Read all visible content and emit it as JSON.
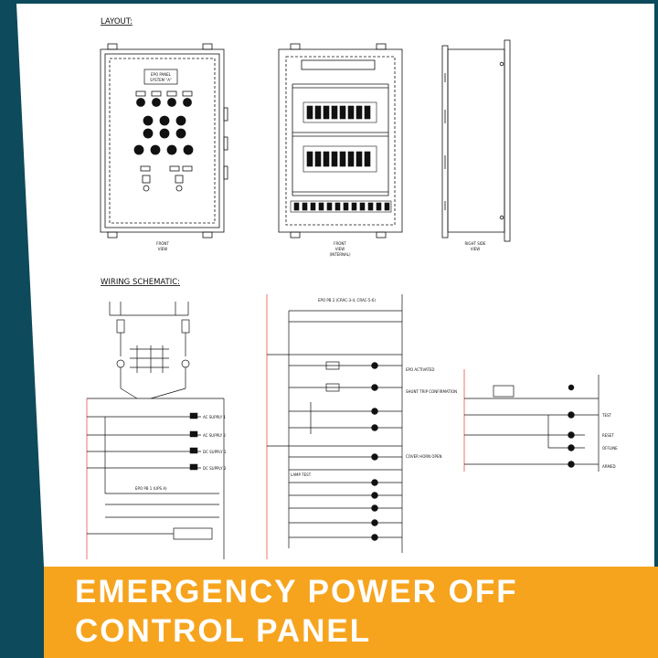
{
  "colors": {
    "frame": "#0d4a5b",
    "paper": "#ffffff",
    "banner": "#f6a41e",
    "banner_text": "#ffffff",
    "ink": "#111111",
    "bus_red": "#e53935"
  },
  "layout_section": {
    "title": "LAYOUT:",
    "front_view": {
      "label_1": "FRONT",
      "label_2": "VIEW",
      "nameplate_1": "EPO PANEL",
      "nameplate_2": "SYSTEM \"A\""
    },
    "internal_view": {
      "label_1": "FRONT",
      "label_2": "VIEW",
      "label_3": "(INTERNAL)"
    },
    "side_view": {
      "label_1": "RIGHT SIDE",
      "label_2": "VIEW"
    }
  },
  "wiring_section": {
    "title": "WIRING SCHEMATIC:",
    "left": {
      "outputs": [
        "AC SUPPLY 1",
        "AC SUPPLY 2",
        "DC SUPPLY 1",
        "DC SUPPLY 2"
      ],
      "relay_label": "EPO PB 1 (UPS A)"
    },
    "middle": {
      "top_label": "EPO PB 2 (CRAC-3-4, CRAC-5-6)",
      "labels": [
        "EPO ACTIVATED",
        "SHUNT TRIP CONFIRMATION",
        "COVER HORN OPEN"
      ],
      "lamp_label": "LAMP TEST"
    },
    "right": {
      "labels": [
        "TEST",
        "RESET",
        "OFFLINE",
        "ARMED"
      ]
    }
  },
  "banner": {
    "line1": "EMERGENCY POWER OFF",
    "line2": "CONTROL PANEL"
  }
}
